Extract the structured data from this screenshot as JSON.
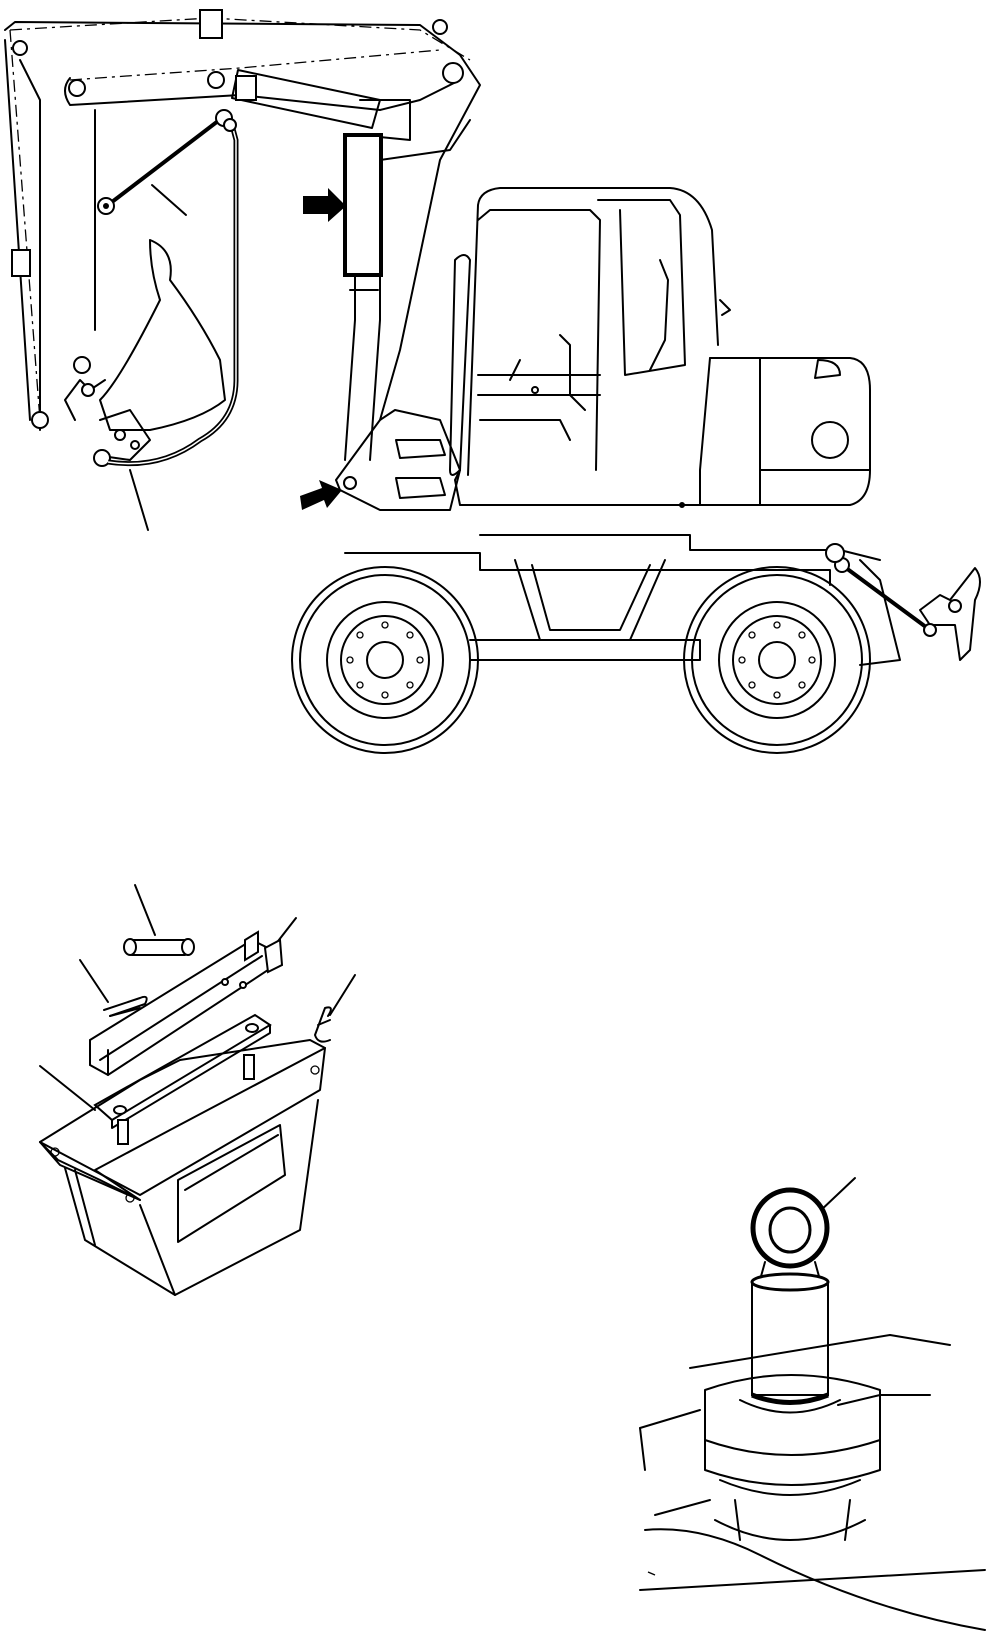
{
  "figure": {
    "views": [
      "excavator-side-view",
      "toolbox-with-lock-bar",
      "lifting-eye-on-pin"
    ],
    "callouts": {
      "boom_stay_cable": "",
      "bucket_safety_chain": "",
      "tow_bar": "",
      "tow_bar_pin": "",
      "bracket_plate": "",
      "spring_clip_left": "",
      "spring_clip_right": "",
      "eyebolt": ""
    },
    "colors": {
      "line": "#000000",
      "background": "#ffffff"
    }
  }
}
